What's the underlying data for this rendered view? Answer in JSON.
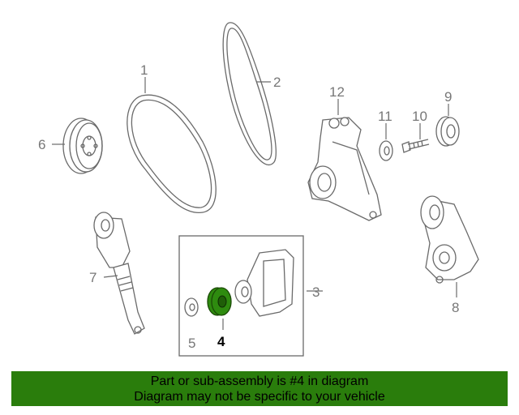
{
  "callouts": {
    "c1": "1",
    "c2": "2",
    "c3": "3",
    "c4": "4",
    "c5": "5",
    "c6": "6",
    "c7": "7",
    "c8": "8",
    "c9": "9",
    "c10": "10",
    "c11": "11",
    "c12": "12"
  },
  "highlight_color": "#2e8b0f",
  "banner": {
    "line1": "Part or sub-assembly is #4 in diagram",
    "line2": "Diagram may not be specific to your vehicle",
    "color": "#2a7d0c"
  }
}
